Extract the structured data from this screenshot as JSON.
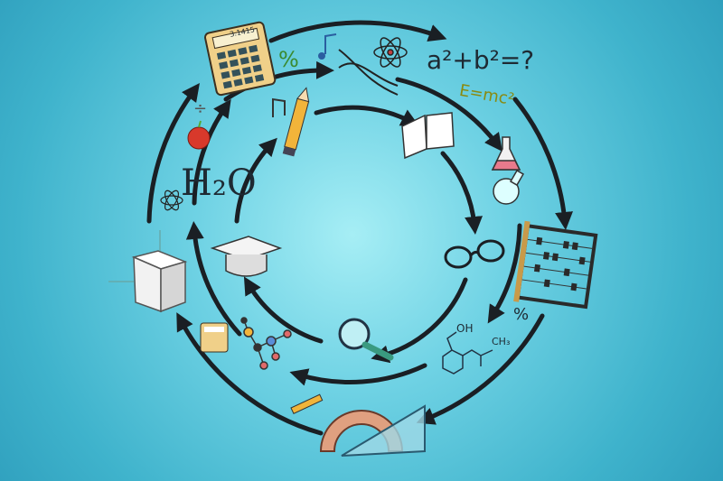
{
  "equations": {
    "pythagoras": "a²+b²=?",
    "einstein": "E=mc²",
    "water": "H₂O",
    "percent_top": "%",
    "percent_right": "%",
    "divide": "÷"
  },
  "calculator_display": "3.1415",
  "aspirin": {
    "hydroxyl": "OH",
    "methyl": "CH₃"
  },
  "colors": {
    "arrow": "#1a1f24",
    "calculator": "#f0d089",
    "pencil": "#f2b43a",
    "apple": "#d8392b",
    "protractor": "#e0a080"
  }
}
